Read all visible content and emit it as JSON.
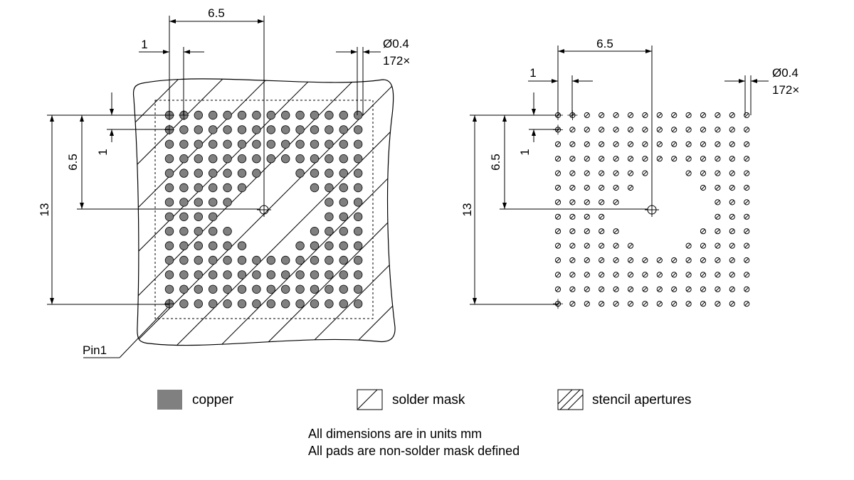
{
  "left_view": {
    "dim_pitch_x": "6.5",
    "dim_pad_spacing_x": "1",
    "dim_pad_diameter": "Ø0.4",
    "dim_pad_count": "172×",
    "dim_pitch_y": "6.5",
    "dim_pad_spacing_y": "1",
    "dim_total_y": "13",
    "pin1_label": "Pin1"
  },
  "right_view": {
    "dim_pitch_x": "6.5",
    "dim_pad_spacing_x": "1",
    "dim_pad_diameter": "Ø0.4",
    "dim_pad_count": "172×",
    "dim_pitch_y": "6.5",
    "dim_pad_spacing_y": "1",
    "dim_total_y": "13"
  },
  "grid": {
    "rows": 14,
    "cols": 14
  },
  "legend": [
    {
      "key": "copper",
      "label": "copper",
      "color": "#808080"
    },
    {
      "key": "solder-mask",
      "label": "solder mask"
    },
    {
      "key": "stencil",
      "label": "stencil apertures"
    }
  ],
  "notes": [
    "All dimensions are in units mm",
    "All pads are non-solder mask defined"
  ]
}
